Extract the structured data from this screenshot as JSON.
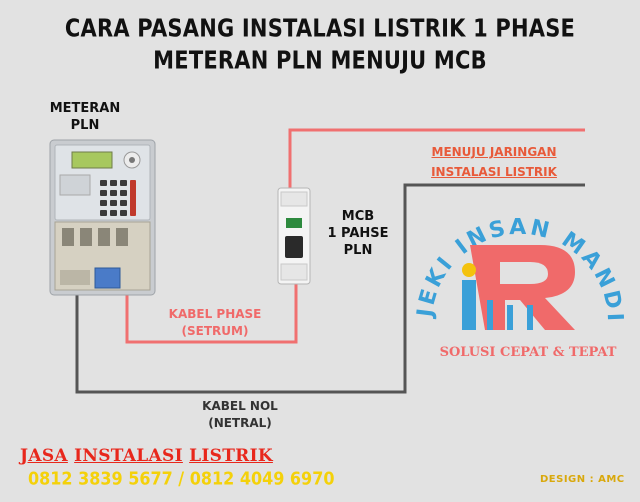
{
  "title": {
    "line1": "CARA PASANG INSTALASI LISTRIK 1 PHASE",
    "line2": "METERAN PLN MENUJU MCB"
  },
  "meter": {
    "label_line1": "METERAN",
    "label_line2": "PLN"
  },
  "mcb": {
    "label_line1": "MCB",
    "label_line2": "1 PAHSE",
    "label_line3": "PLN"
  },
  "wires": {
    "phase_label_line1": "KABEL PHASE",
    "phase_label_line2": "(SETRUM)",
    "neutral_label_line1": "KABEL NOL",
    "neutral_label_line2": "(NETRAL)",
    "network_label_line1": "MENUJU JARINGAN",
    "network_label_line2": "INSTALASI LISTRIK",
    "phase_color": "#f07070",
    "neutral_color": "#555555"
  },
  "brand": {
    "arc_text": "REJEKI INSAN MANDIRI",
    "slogan": "SOLUSI CEPAT & TEPAT",
    "accent": "#f06a6a",
    "secondary": "#3aa0d8"
  },
  "footer": {
    "service_word1": "JASA",
    "service_word2": "INSTALASI",
    "service_word3": "LISTRIK",
    "phones": "0812 3839 5677  /  0812 4049 6970",
    "design_credit": "DESIGN : AMC"
  }
}
